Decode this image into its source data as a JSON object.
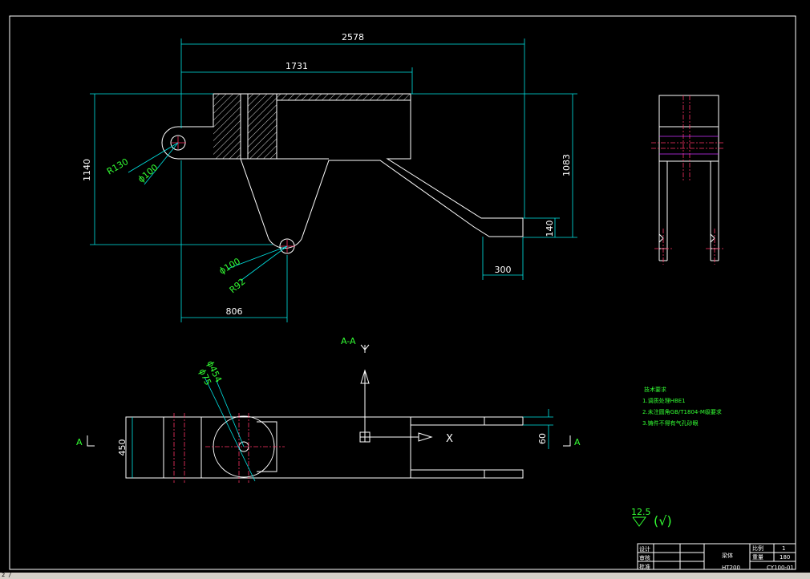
{
  "dims": {
    "d2578": "2578",
    "d1731": "1731",
    "d1140": "1140",
    "r130": "R130",
    "phi100_left": "ϕ100",
    "d1083": "1083",
    "d140": "140",
    "d300": "300",
    "phi100_bottom": "ϕ100",
    "r92": "R92",
    "d806": "806",
    "phi454": "ϕ454",
    "phi75": "ϕ75",
    "d450": "450",
    "d60": "60"
  },
  "section_label": "A-A",
  "axis_labels": {
    "x": "X",
    "y": "Y"
  },
  "section_marks": {
    "left": "A",
    "right": "A"
  },
  "notes": {
    "title": "技术要求",
    "line1": "1.调质处理HBE1",
    "line2": "2.未注圆角GB/T1804-M级要求",
    "line3": "3.铸件不得有气孔砂眼"
  },
  "roughness": {
    "value": "12.5",
    "symbol": "(√)"
  },
  "title_block": {
    "part_name": "梁体",
    "material": "HT200",
    "drawing_no": "CY100-01",
    "scale_label": "比例",
    "scale_value": "1",
    "sheet_label": "重量",
    "sheet_value": "180",
    "r1": "设计",
    "r2": "审核",
    "r3": "批准"
  },
  "status": {
    "text": "2 /"
  },
  "colors": {
    "outline": "#ffffff",
    "dimension": "#00e5e5",
    "text": "#ffffff",
    "note": "#33ff33",
    "center": "#ff3366",
    "hatch": "#ffffff"
  }
}
